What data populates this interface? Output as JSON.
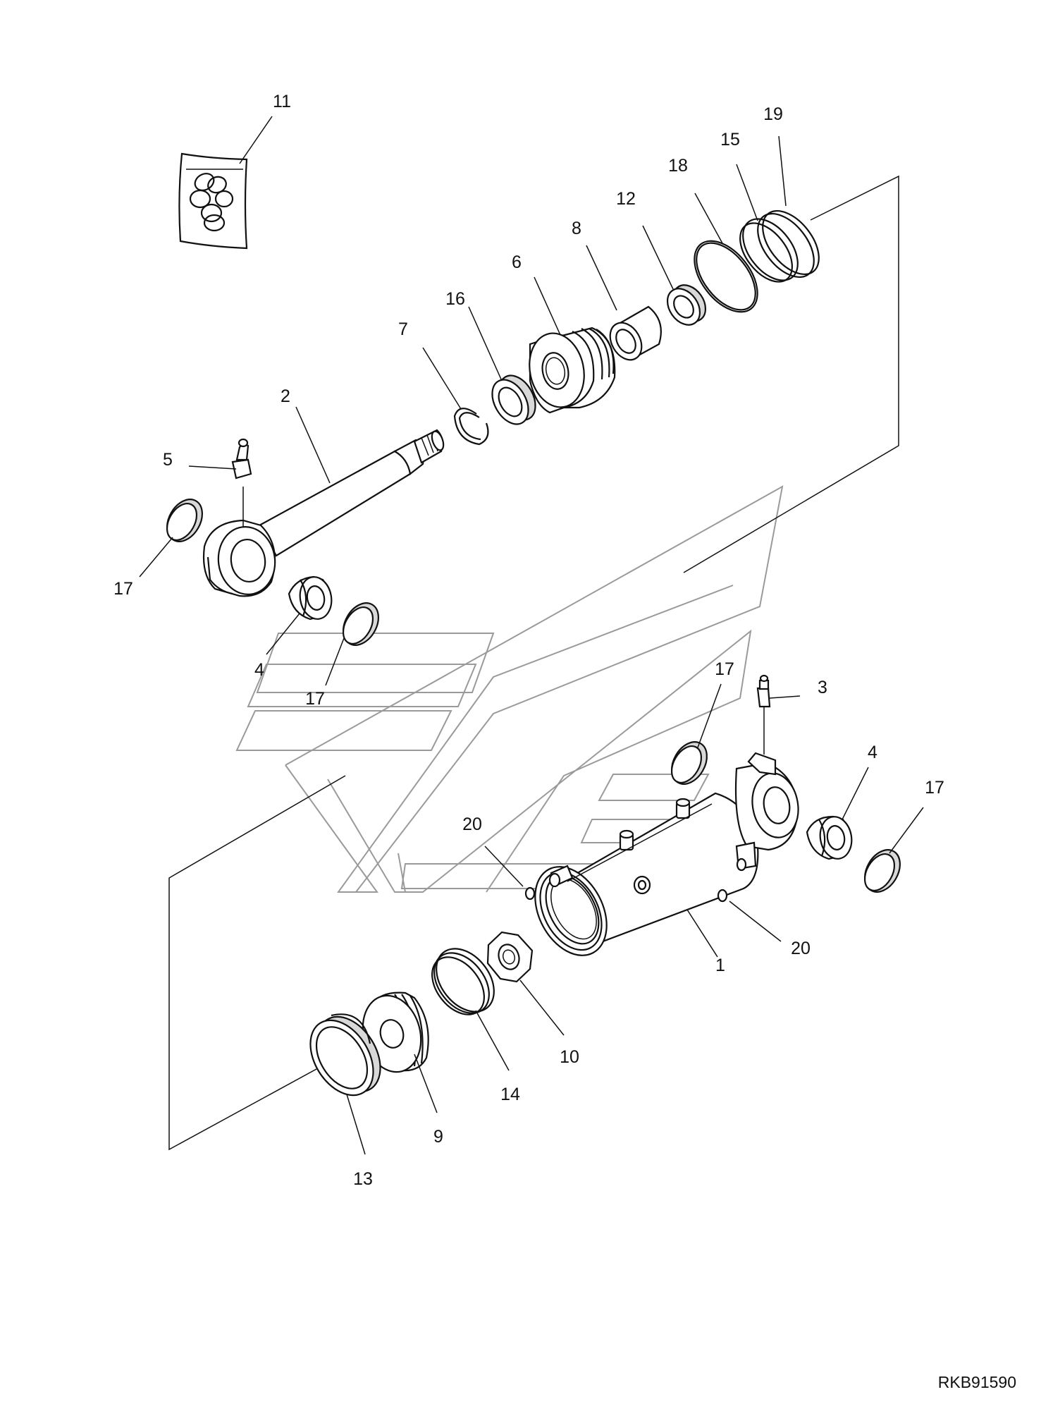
{
  "drawing_id": "RKB91590",
  "callouts": {
    "c1": "1",
    "c2": "2",
    "c3": "3",
    "c4a": "4",
    "c4b": "4",
    "c5": "5",
    "c6": "6",
    "c7": "7",
    "c8": "8",
    "c9": "9",
    "c10": "10",
    "c11": "11",
    "c12": "12",
    "c13": "13",
    "c14": "14",
    "c15": "15",
    "c16": "16",
    "c17a": "17",
    "c17b": "17",
    "c17c": "17",
    "c17d": "17",
    "c18": "18",
    "c19": "19",
    "c20a": "20",
    "c20b": "20"
  }
}
